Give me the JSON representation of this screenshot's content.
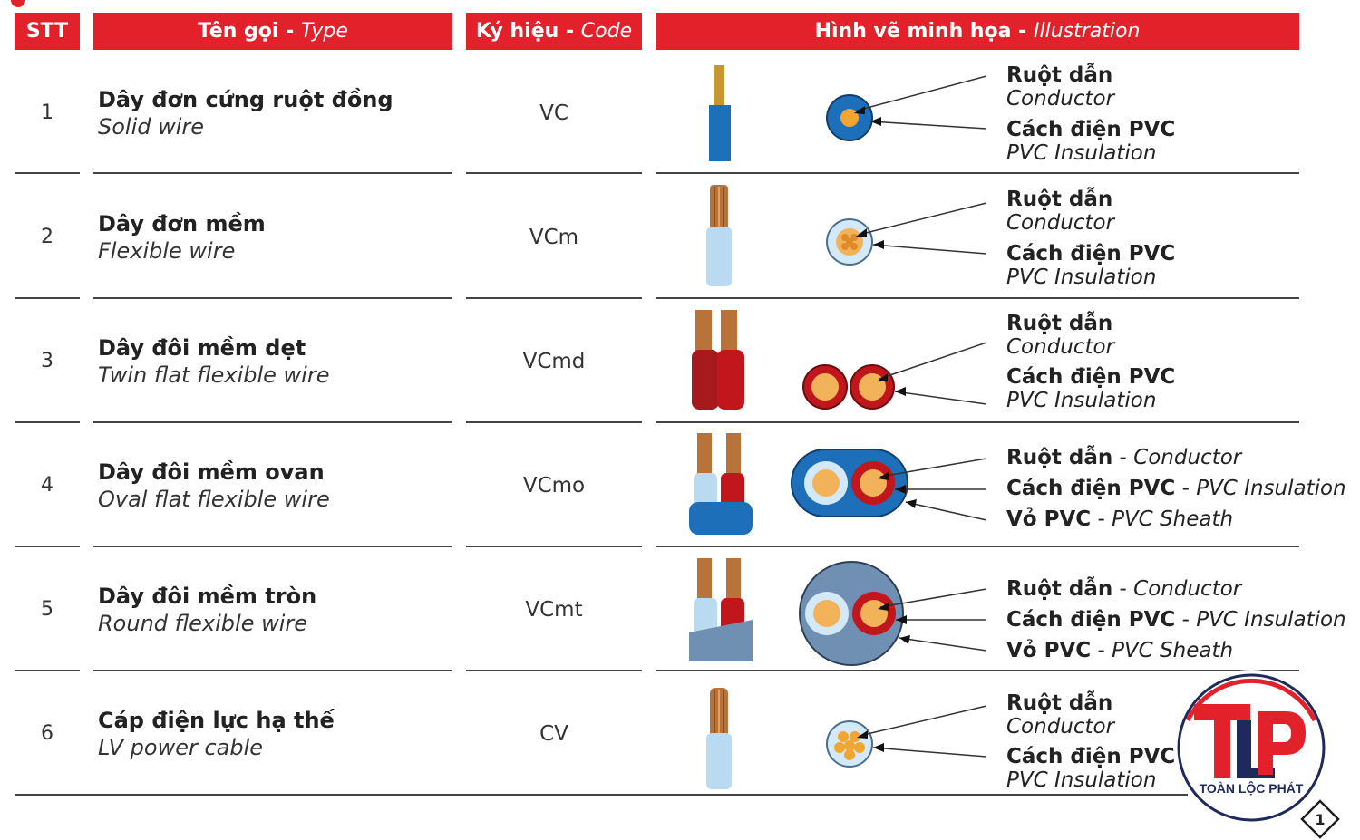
{
  "header": {
    "stt": "STT",
    "type_vn": "Tên gọi - ",
    "type_en": "Type",
    "code_vn": "Ký hiệu - ",
    "code_en": "Code",
    "illus_vn": "Hình vẽ minh họa - ",
    "illus_en": "Illustration"
  },
  "rows": [
    {
      "stt": "1",
      "name_vn": "Dây đơn cứng ruột đồng",
      "name_en": "Solid wire",
      "code": "VC",
      "labels": {
        "l1_bold": "Ruột dẫn",
        "l1_it": "Conductor",
        "l2_bold": "Cách điện PVC",
        "l2_it": "PVC Insulation"
      }
    },
    {
      "stt": "2",
      "name_vn": "Dây đơn mềm",
      "name_en": "Flexible wire",
      "code": "VCm",
      "labels": {
        "l1_bold": "Ruột dẫn",
        "l1_it": "Conductor",
        "l2_bold": "Cách điện PVC",
        "l2_it": "PVC Insulation"
      }
    },
    {
      "stt": "3",
      "name_vn": "Dây đôi mềm dẹt",
      "name_en": "Twin flat flexible wire",
      "code": "VCmd",
      "labels": {
        "l1_bold": "Ruột dẫn",
        "l1_it": "Conductor",
        "l2_bold": "Cách điện PVC",
        "l2_it": "PVC Insulation"
      }
    },
    {
      "stt": "4",
      "name_vn": "Dây đôi mềm ovan",
      "name_en": "Oval flat flexible wire",
      "code": "VCmo",
      "labels": {
        "l1_bold": "Ruột dẫn",
        "l1_it": "Conductor",
        "l2_bold": "Cách điện PVC",
        "l2_it": "PVC Insulation",
        "l3_bold": "Vỏ PVC",
        "l3_it": "PVC Sheath"
      }
    },
    {
      "stt": "5",
      "name_vn": "Dây đôi mềm tròn",
      "name_en": "Round flexible wire",
      "code": "VCmt",
      "labels": {
        "l1_bold": "Ruột dẫn",
        "l1_it": "Conductor",
        "l2_bold": "Cách điện PVC",
        "l2_it": "PVC Insulation",
        "l3_bold": "Vỏ PVC",
        "l3_it": "PVC Sheath"
      }
    },
    {
      "stt": "6",
      "name_vn": "Cáp điện lực hạ thế",
      "name_en": "LV power cable",
      "code": "CV",
      "labels": {
        "l1_bold": "Ruột dẫn",
        "l1_it": "Conductor",
        "l2_bold": "Cách điện PVC",
        "l2_it": "PVC Insulation"
      }
    }
  ],
  "dash": " - ",
  "logo": {
    "text": "TOÀN LỘC PHÁT",
    "letters": "TLP",
    "color": "#e3212b",
    "navy": "#1f2a5c"
  },
  "page_number": "1",
  "colors": {
    "header_red": "#e3212b",
    "blue_insulation": "#1c6fb8",
    "light_blue": "#b9daf0",
    "red_insulation": "#c0161c",
    "copper": "#e79b3a",
    "sheath_gray": "#6f8fb3"
  }
}
